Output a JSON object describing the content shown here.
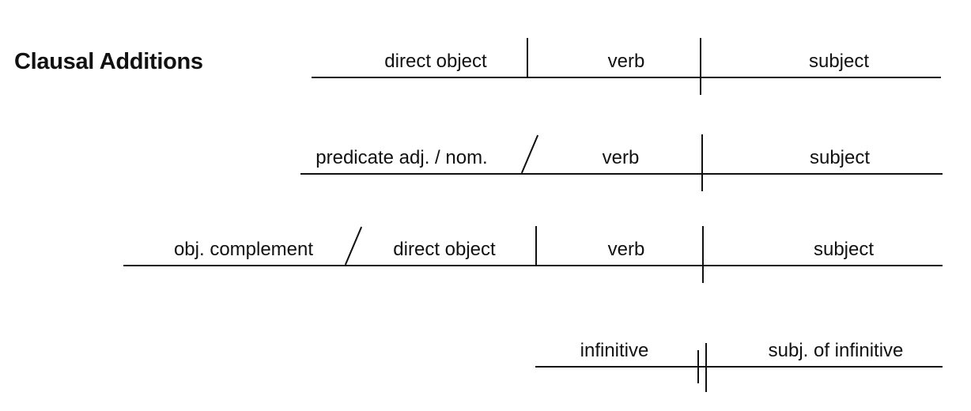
{
  "title": "Clausal Additions",
  "diagrams": {
    "row1": {
      "direct_object": "direct object",
      "verb": "verb",
      "subject": "subject"
    },
    "row2": {
      "predicate": "predicate adj. / nom.",
      "verb": "verb",
      "subject": "subject"
    },
    "row3": {
      "object_complement": "obj. complement",
      "direct_object": "direct object",
      "verb": "verb",
      "subject": "subject"
    },
    "row4": {
      "infinitive": "infinitive",
      "subject_of_infinitive": "subj. of infinitive"
    }
  }
}
